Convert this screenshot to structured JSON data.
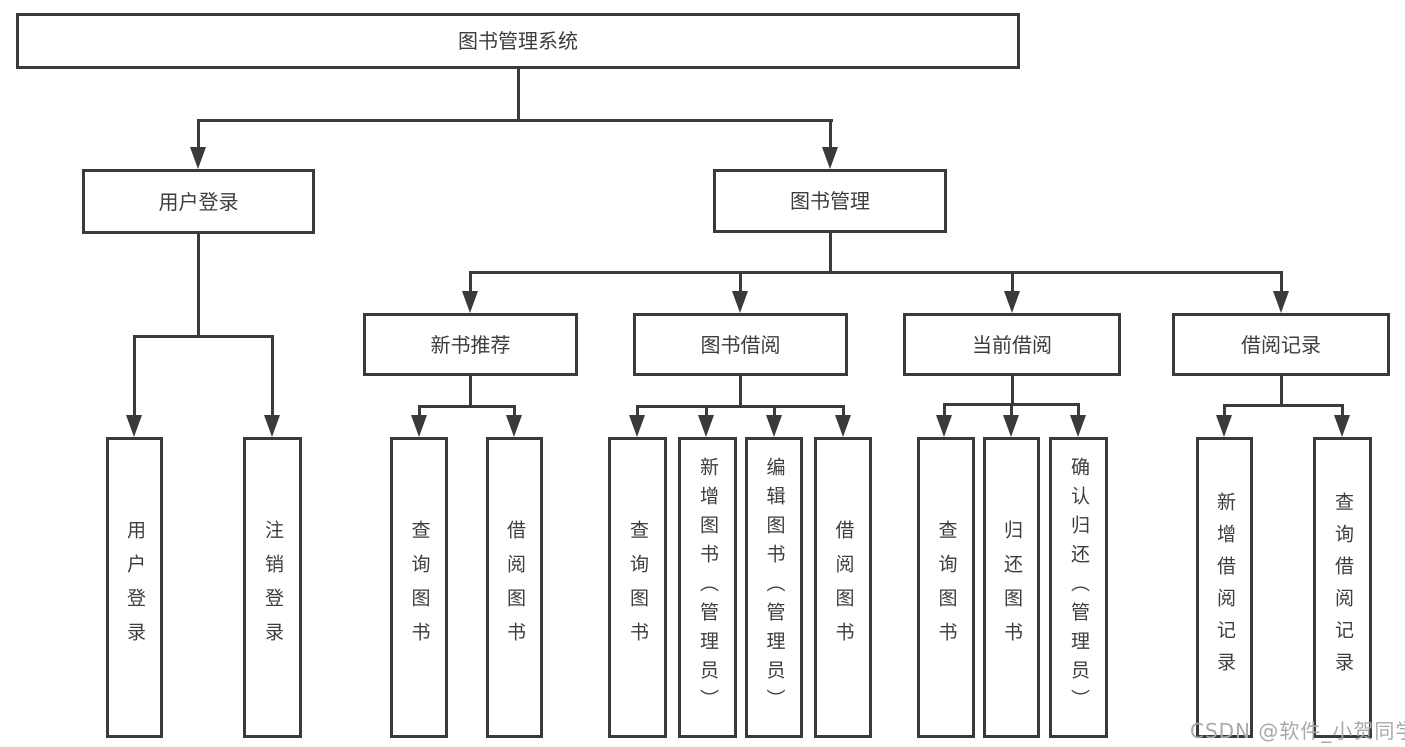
{
  "diagram": {
    "type": "hierarchy-tree",
    "title": "图书管理系统",
    "nodes": {
      "root": {
        "label": "图书管理系统"
      },
      "user_login": {
        "label": "用户登录"
      },
      "book_mgmt": {
        "label": "图书管理"
      },
      "new_books": {
        "label": "新书推荐"
      },
      "book_borrow": {
        "label": "图书借阅"
      },
      "current_borrow": {
        "label": "当前借阅"
      },
      "borrow_records": {
        "label": "借阅记录"
      }
    },
    "edges": [
      [
        "图书管理系统",
        "用户登录"
      ],
      [
        "图书管理系统",
        "图书管理"
      ],
      [
        "用户登录",
        "用户登录(叶)"
      ],
      [
        "用户登录",
        "注销登录"
      ],
      [
        "图书管理",
        "新书推荐"
      ],
      [
        "图书管理",
        "图书借阅"
      ],
      [
        "图书管理",
        "当前借阅"
      ],
      [
        "图书管理",
        "借阅记录"
      ]
    ],
    "leaves": [
      {
        "parent": "用户登录",
        "label": "用户登录"
      },
      {
        "parent": "用户登录",
        "label": "注销登录"
      },
      {
        "parent": "新书推荐",
        "label": "查询图书"
      },
      {
        "parent": "新书推荐",
        "label": "借阅图书"
      },
      {
        "parent": "图书借阅",
        "label": "查询图书"
      },
      {
        "parent": "图书借阅",
        "label": "新增图书（管理员）"
      },
      {
        "parent": "图书借阅",
        "label": "编辑图书（管理员）"
      },
      {
        "parent": "图书借阅",
        "label": "借阅图书"
      },
      {
        "parent": "当前借阅",
        "label": "查询图书"
      },
      {
        "parent": "当前借阅",
        "label": "归还图书"
      },
      {
        "parent": "当前借阅",
        "label": "确认归还（管理员）"
      },
      {
        "parent": "借阅记录",
        "label": "新增借阅记录"
      },
      {
        "parent": "借阅记录",
        "label": "查询借阅记录"
      }
    ]
  },
  "watermark": {
    "text": "CSDN @软件_小贺同学",
    "color": "#a9a9a9"
  },
  "colors": {
    "line": "#3a3a3a",
    "text": "#3d3d3d",
    "box_bg": "#ffffff",
    "page_bg": "#ffffff"
  }
}
